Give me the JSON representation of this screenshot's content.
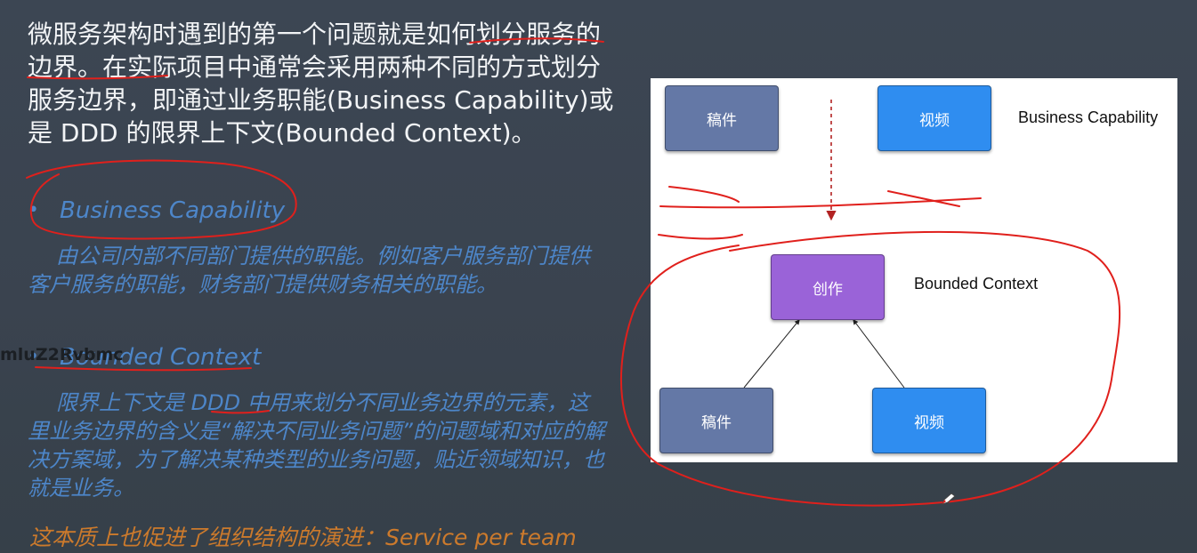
{
  "intro_text": "微服务架构时遇到的第一个问题就是如何划分服务的边界。在实际项目中通常会采用两种不同的方式划分服务边界，即通过业务职能(Business Capability)或是 DDD 的限界上下文(Bounded Context)。",
  "bullets": [
    {
      "bullet_char": "•",
      "title": "Business Capability",
      "description": "由公司内部不同部门提供的职能。例如客户服务部门提供客户服务的职能，财务部门提供财务相关的职能。"
    },
    {
      "bullet_char": "•",
      "title": "Bounded Context",
      "description": "限界上下文是 DDD 中用来划分不同业务边界的元素，这里业务边界的含义是“解决不同业务问题”的问题域和对应的解决方案域，为了解决某种类型的业务问题，贴近领域知识，也就是业务。"
    }
  ],
  "closing_text": "这本质上也促进了组织结构的演进：Service per team",
  "watermark": "mluZ2Rvbmc",
  "diagram": {
    "top_row": {
      "left_box": "稿件",
      "right_box": "视频",
      "label": "Business Capability"
    },
    "bottom": {
      "center_box": "创作",
      "left_box": "稿件",
      "right_box": "视频",
      "label": "Bounded Context"
    }
  },
  "colors": {
    "background": "#3b4450",
    "intro_text": "#f2f4f6",
    "bullet_text": "#4d86c9",
    "closing_text": "#cc7a2c",
    "box_slate": "#6478a6",
    "box_blue": "#2f8df0",
    "box_purple": "#9a63d8",
    "annotation_red": "#e0201c"
  },
  "icons": [
    "pen-cursor-icon"
  ]
}
